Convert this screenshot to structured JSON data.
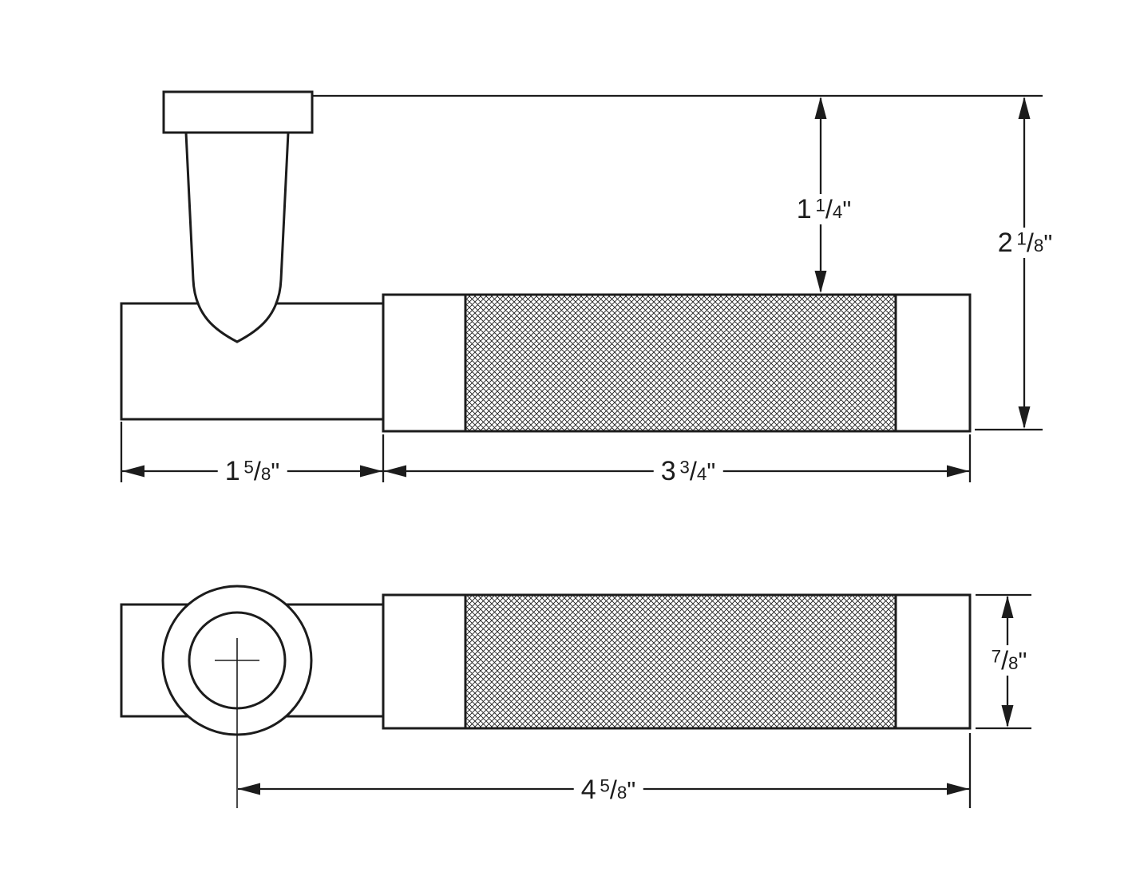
{
  "colors": {
    "line": "#1c1c1c",
    "background": "#ffffff"
  },
  "side_view": {
    "dim_post_to_grip": "1 1/4\"",
    "dim_overall_height": "2 1/8\"",
    "dim_base_length": "1 5/8\"",
    "dim_grip_length": "3 3/4\""
  },
  "plan_view": {
    "dim_barrel_diameter": "7/8\"",
    "dim_overall_length": "4 5/8\""
  }
}
